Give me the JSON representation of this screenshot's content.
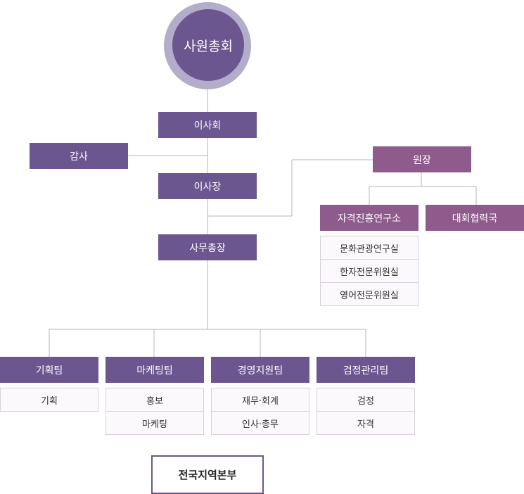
{
  "root": "사원총회",
  "board": "이사회",
  "audit": "감사",
  "chairman": "이사장",
  "secretary_general": "사무총장",
  "president": "원장",
  "research_institute": {
    "name": "자격진흥연구소",
    "units": [
      "문화관광연구실",
      "한자전문위원실",
      "영어전문위원실"
    ]
  },
  "cooperation_bureau": "대회협력국",
  "teams": [
    {
      "name": "기획팀",
      "units": [
        "기획"
      ]
    },
    {
      "name": "마케팅팀",
      "units": [
        "홍보",
        "마케팅"
      ]
    },
    {
      "name": "경영지원팀",
      "units": [
        "재무·회계",
        "인사·총무"
      ]
    },
    {
      "name": "검정관리팀",
      "units": [
        "검정",
        "자격"
      ]
    }
  ],
  "regional_hq": "전국지역본부",
  "colors": {
    "dark_purple": "#6b5690",
    "magenta_purple": "#8f5a8c",
    "ring": "#b3accb",
    "connector": "#b7b1c8"
  }
}
